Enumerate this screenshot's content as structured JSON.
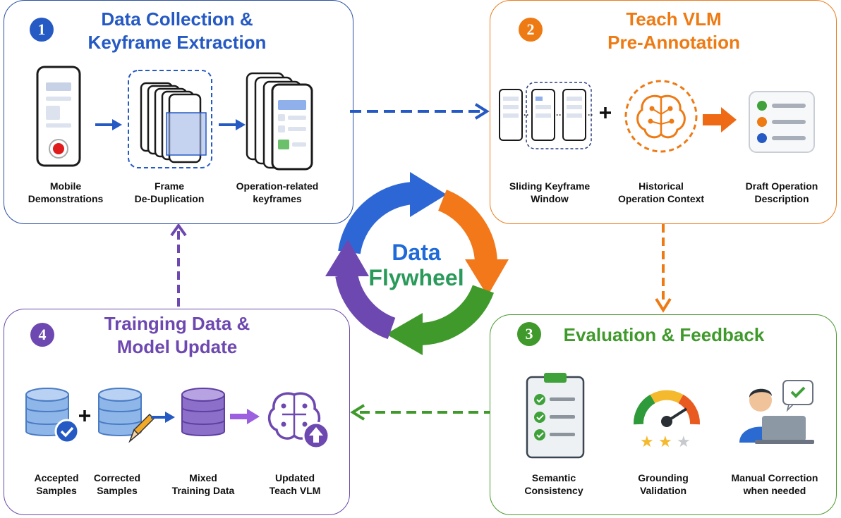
{
  "colors": {
    "blue": "#2559c4",
    "orange": "#ee7a14",
    "green": "#3f9a2b",
    "purple": "#6d48b0"
  },
  "panel1": {
    "badge": "1",
    "title_line1": "Data Collection &",
    "title_line2": "Keyframe Extraction",
    "items": [
      {
        "line1": "Mobile",
        "line2": "Demonstrations",
        "icon": "phone-recording-icon"
      },
      {
        "line1": "Frame",
        "line2": "De-Duplication",
        "icon": "stacked-frames-icon"
      },
      {
        "line1": "Operation-related",
        "line2": "keyframes",
        "icon": "keyframes-icon"
      }
    ]
  },
  "panel2": {
    "badge": "2",
    "title_line1": "Teach VLM",
    "title_line2": "Pre-Annotation",
    "items": [
      {
        "line1": "Sliding Keyframe",
        "line2": "Window",
        "icon": "sliding-window-icon"
      },
      {
        "line1": "Historical",
        "line2": "Operation Context",
        "icon": "brain-icon"
      },
      {
        "line1": "Draft Operation",
        "line2": "Description",
        "icon": "checklist-icon"
      }
    ]
  },
  "panel3": {
    "badge": "3",
    "title": "Evaluation & Feedback",
    "items": [
      {
        "line1": "Semantic",
        "line2": "Consistency",
        "icon": "clipboard-check-icon"
      },
      {
        "line1": "Grounding",
        "line2": "Validation",
        "icon": "gauge-icon"
      },
      {
        "line1": "Manual Correction",
        "line2": "when needed",
        "icon": "person-laptop-icon"
      }
    ]
  },
  "panel4": {
    "badge": "4",
    "title_line1": "Trainging Data &",
    "title_line2": "Model Update",
    "items": [
      {
        "line1": "Accepted",
        "line2": "Samples",
        "icon": "database-check-icon"
      },
      {
        "line1": "Corrected",
        "line2": "Samples",
        "icon": "database-edit-icon"
      },
      {
        "line1": "Mixed",
        "line2": "Training Data",
        "icon": "database-icon"
      },
      {
        "line1": "Updated",
        "line2": "Teach VLM",
        "icon": "brain-upload-icon"
      }
    ]
  },
  "center": {
    "line1": "Data",
    "line2": "Flywheel"
  }
}
